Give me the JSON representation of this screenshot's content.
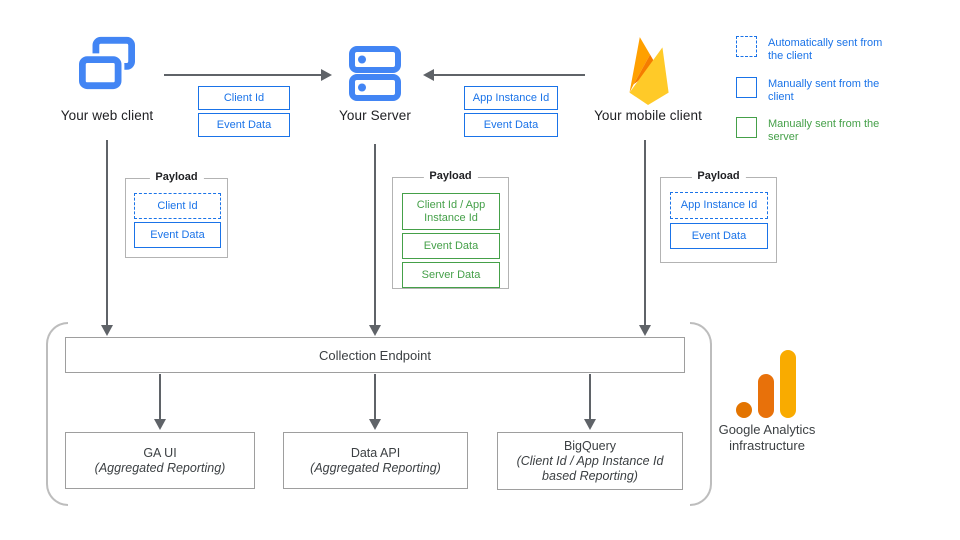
{
  "colors": {
    "client_blue": "#1a73e8",
    "icon_blue": "#4285F4",
    "server_green": "#45a049",
    "arrow_gray": "#5f6368",
    "firebase_amber": "#FFA000",
    "firebase_orange": "#F57C00",
    "firebase_yellow": "#FFCA28",
    "analytics_amber": "#F9AB00",
    "analytics_orange": "#E8710A",
    "analytics_dark_orange": "#E37400"
  },
  "nodes": {
    "web_client_label": "Your web client",
    "server_label": "Your Server",
    "mobile_client_label": "Your mobile client"
  },
  "edges": {
    "web_to_server_tags": [
      "Client Id",
      "Event Data"
    ],
    "mobile_to_server_tags": [
      "App Instance Id",
      "Event Data"
    ]
  },
  "legend": {
    "items": [
      {
        "label": "Automatically sent from the client",
        "style": "dashed-blue"
      },
      {
        "label": "Manually sent from the client",
        "style": "solid-blue"
      },
      {
        "label": "Manually sent from the server",
        "style": "solid-green"
      }
    ]
  },
  "payloads": {
    "title": "Payload",
    "web": [
      {
        "text": "Client Id",
        "style": "dashed-blue"
      },
      {
        "text": "Event Data",
        "style": "solid-blue"
      }
    ],
    "server": [
      {
        "text": "Client Id / App Instance Id",
        "style": "solid-green"
      },
      {
        "text": "Event Data",
        "style": "solid-green"
      },
      {
        "text": "Server Data",
        "style": "solid-green"
      }
    ],
    "mobile": [
      {
        "text": "App Instance Id",
        "style": "dashed-blue"
      },
      {
        "text": "Event Data",
        "style": "solid-blue"
      }
    ]
  },
  "infrastructure": {
    "collection_endpoint": "Collection Endpoint",
    "ga_ui_title": "GA UI",
    "ga_ui_subtitle": "(Aggregated Reporting)",
    "data_api_title": "Data API",
    "data_api_subtitle": "(Aggregated Reporting)",
    "bigquery_title": "BigQuery",
    "bigquery_subtitle": "(Client Id / App Instance Id based Reporting)",
    "caption": "Google Analytics infrastructure"
  },
  "icons": {
    "web_client": "overlapping-windows-icon",
    "server": "server-stack-icon",
    "mobile_client": "firebase-icon",
    "analytics": "google-analytics-icon"
  }
}
